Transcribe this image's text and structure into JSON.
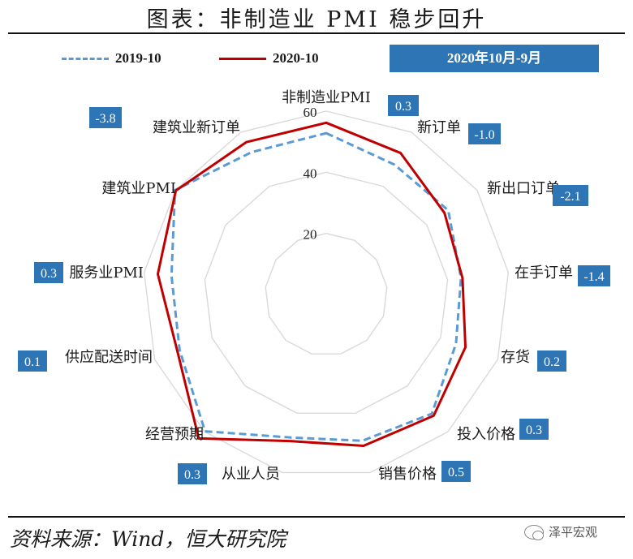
{
  "title": "图表：非制造业 PMI 稳步回升",
  "source": "资料来源：Wind，恒大研究院",
  "watermark": "泽平宏观",
  "legend": {
    "series_a": "2019-10",
    "series_b": "2020-10"
  },
  "period_label": "2020年10月-9月",
  "colors": {
    "series_a": "#5b9bd5",
    "series_b": "#c00000",
    "box": "#2e75b6",
    "grid": "#d9d9d9"
  },
  "chart_data": {
    "type": "radar",
    "title": "图表：非制造业 PMI 稳步回升",
    "categories": [
      "非制造业PMI",
      "新订单",
      "新出口订单",
      "在手订单",
      "存货",
      "投入价格",
      "销售价格",
      "从业人员",
      "经营预期",
      "供应配送时间",
      "服务业PMI",
      "建筑业PMI",
      "建筑业新订单"
    ],
    "rticks": [
      "20",
      "40",
      "60"
    ],
    "rlim": [
      0,
      60
    ],
    "grid": true,
    "legend_position": "top",
    "series": [
      {
        "name": "2019-10",
        "style": "dashed",
        "values": [
          52.8,
          48.0,
          48.5,
          44.4,
          45.4,
          52.1,
          49.3,
          48.2,
          59.8,
          51.3,
          51.0,
          60.1,
          52.6
        ]
      },
      {
        "name": "2020-10",
        "style": "solid",
        "values": [
          56.2,
          52.3,
          47.0,
          44.9,
          48.7,
          53.0,
          51.0,
          49.4,
          62.9,
          52.1,
          55.5,
          59.8,
          56.3
        ]
      }
    ],
    "changes": [
      "0.3",
      "-1.0",
      "-2.1",
      "-1.4",
      "0.2",
      "0.3",
      "0.5",
      "0.3",
      "",
      "0.1",
      "0.3",
      "",
      "-3.8"
    ]
  }
}
